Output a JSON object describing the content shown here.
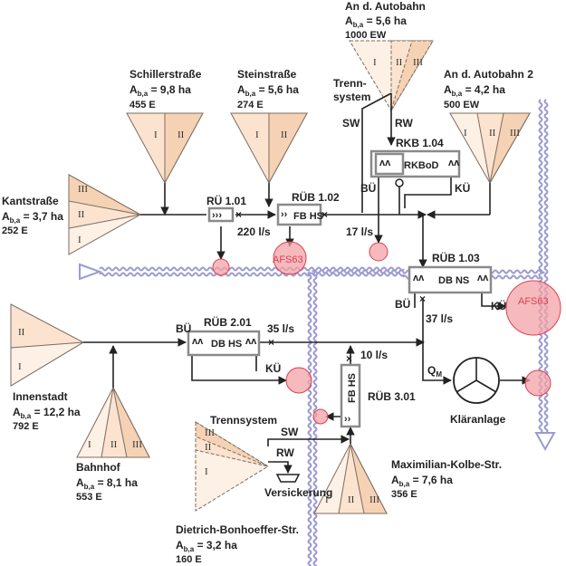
{
  "catchments": {
    "schillerstrasse": {
      "name": "Schillerstraße",
      "area_prefix": "A",
      "area_sub": "b,a",
      "area_value": " = 9,8 ha",
      "pop": "455 E",
      "zones": [
        "I",
        "II"
      ]
    },
    "steinstrasse": {
      "name": "Steinstraße",
      "area_prefix": "A",
      "area_sub": "b,a",
      "area_value": " = 5,6 ha",
      "pop": "274 E",
      "zones": [
        "I",
        "II"
      ]
    },
    "autobahn": {
      "name": "An d. Autobahn",
      "area_prefix": "A",
      "area_sub": "b,a",
      "area_value": " = 5,6 ha",
      "pop": "1000 EW",
      "zones": [
        "I",
        "II",
        "III"
      ]
    },
    "autobahn2": {
      "name": "An d. Autobahn 2",
      "area_prefix": "A",
      "area_sub": "b,a",
      "area_value": " = 4,2 ha",
      "pop": "500 EW",
      "zones": [
        "I",
        "II",
        "III"
      ]
    },
    "kantstrasse": {
      "name": "Kantstraße",
      "area_prefix": "A",
      "area_sub": "b,a",
      "area_value": " = 3,7 ha",
      "pop": "252 E",
      "zones": [
        "III",
        "II",
        "I"
      ]
    },
    "innenstadt": {
      "name": "Innenstadt",
      "area_prefix": "A",
      "area_sub": "b,a",
      "area_value": " = 12,2 ha",
      "pop": "792 E",
      "zones": [
        "II",
        "I"
      ]
    },
    "bahnhof": {
      "name": "Bahnhof",
      "area_prefix": "A",
      "area_sub": "b,a",
      "area_value": " = 8,1 ha",
      "pop": "553 E",
      "zones": [
        "I",
        "II",
        "III"
      ]
    },
    "maximilian": {
      "name": "Maximilian-Kolbe-Str.",
      "area_prefix": "A",
      "area_sub": "b,a",
      "area_value": " = 7,6 ha",
      "pop": "356 E",
      "zones": [
        "I",
        "II",
        "III"
      ]
    },
    "bonhoeffer": {
      "name": "Dietrich-Bonhoeffer-Str.",
      "area_prefix": "A",
      "area_sub": "b,a",
      "area_value": " = 3,2 ha",
      "pop": "160 E",
      "zones": [
        "III",
        "II",
        "I"
      ]
    }
  },
  "structures": {
    "ru101": {
      "name": "RÜ 1.01",
      "flow": "220 l/s"
    },
    "rub102": {
      "name": "RÜB 1.02",
      "box": "FB HS",
      "flow": "17 l/s"
    },
    "rkb104": {
      "name": "RKB 1.04",
      "box": "RKBoD",
      "bu": "BÜ",
      "ku": "KÜ"
    },
    "rub103": {
      "name": "RÜB 1.03",
      "box": "DB NS",
      "bu": "BÜ",
      "ku": "KÜ",
      "flow": "37 l/s"
    },
    "rub201": {
      "name": "RÜB 2.01",
      "box": "DB HS",
      "bu": "BÜ",
      "ku": "KÜ",
      "flow": "35 l/s"
    },
    "rub301": {
      "name": "RÜB 3.01",
      "box": "FB HS",
      "flow": "10 l/s"
    }
  },
  "separation": {
    "trennsystem_top_line1": "Trenn-",
    "trennsystem_top_line2": "system",
    "sw": "SW",
    "rw": "RW",
    "trennsystem_bottom": "Trennsystem",
    "versickerung": "Versickerung"
  },
  "plant": {
    "label": "Kläranlage",
    "qm_prefix": "Q",
    "qm_sub": "M"
  },
  "markers": {
    "afs_left": "AFS63",
    "afs_right": "AFS63"
  },
  "colors": {
    "catchment": "#fbe3cf",
    "river": "#9c9ad0",
    "discharge_marker": "#f3a1a7",
    "marker_label": "#d9434f",
    "structure_outline": "#8a8a8a"
  }
}
